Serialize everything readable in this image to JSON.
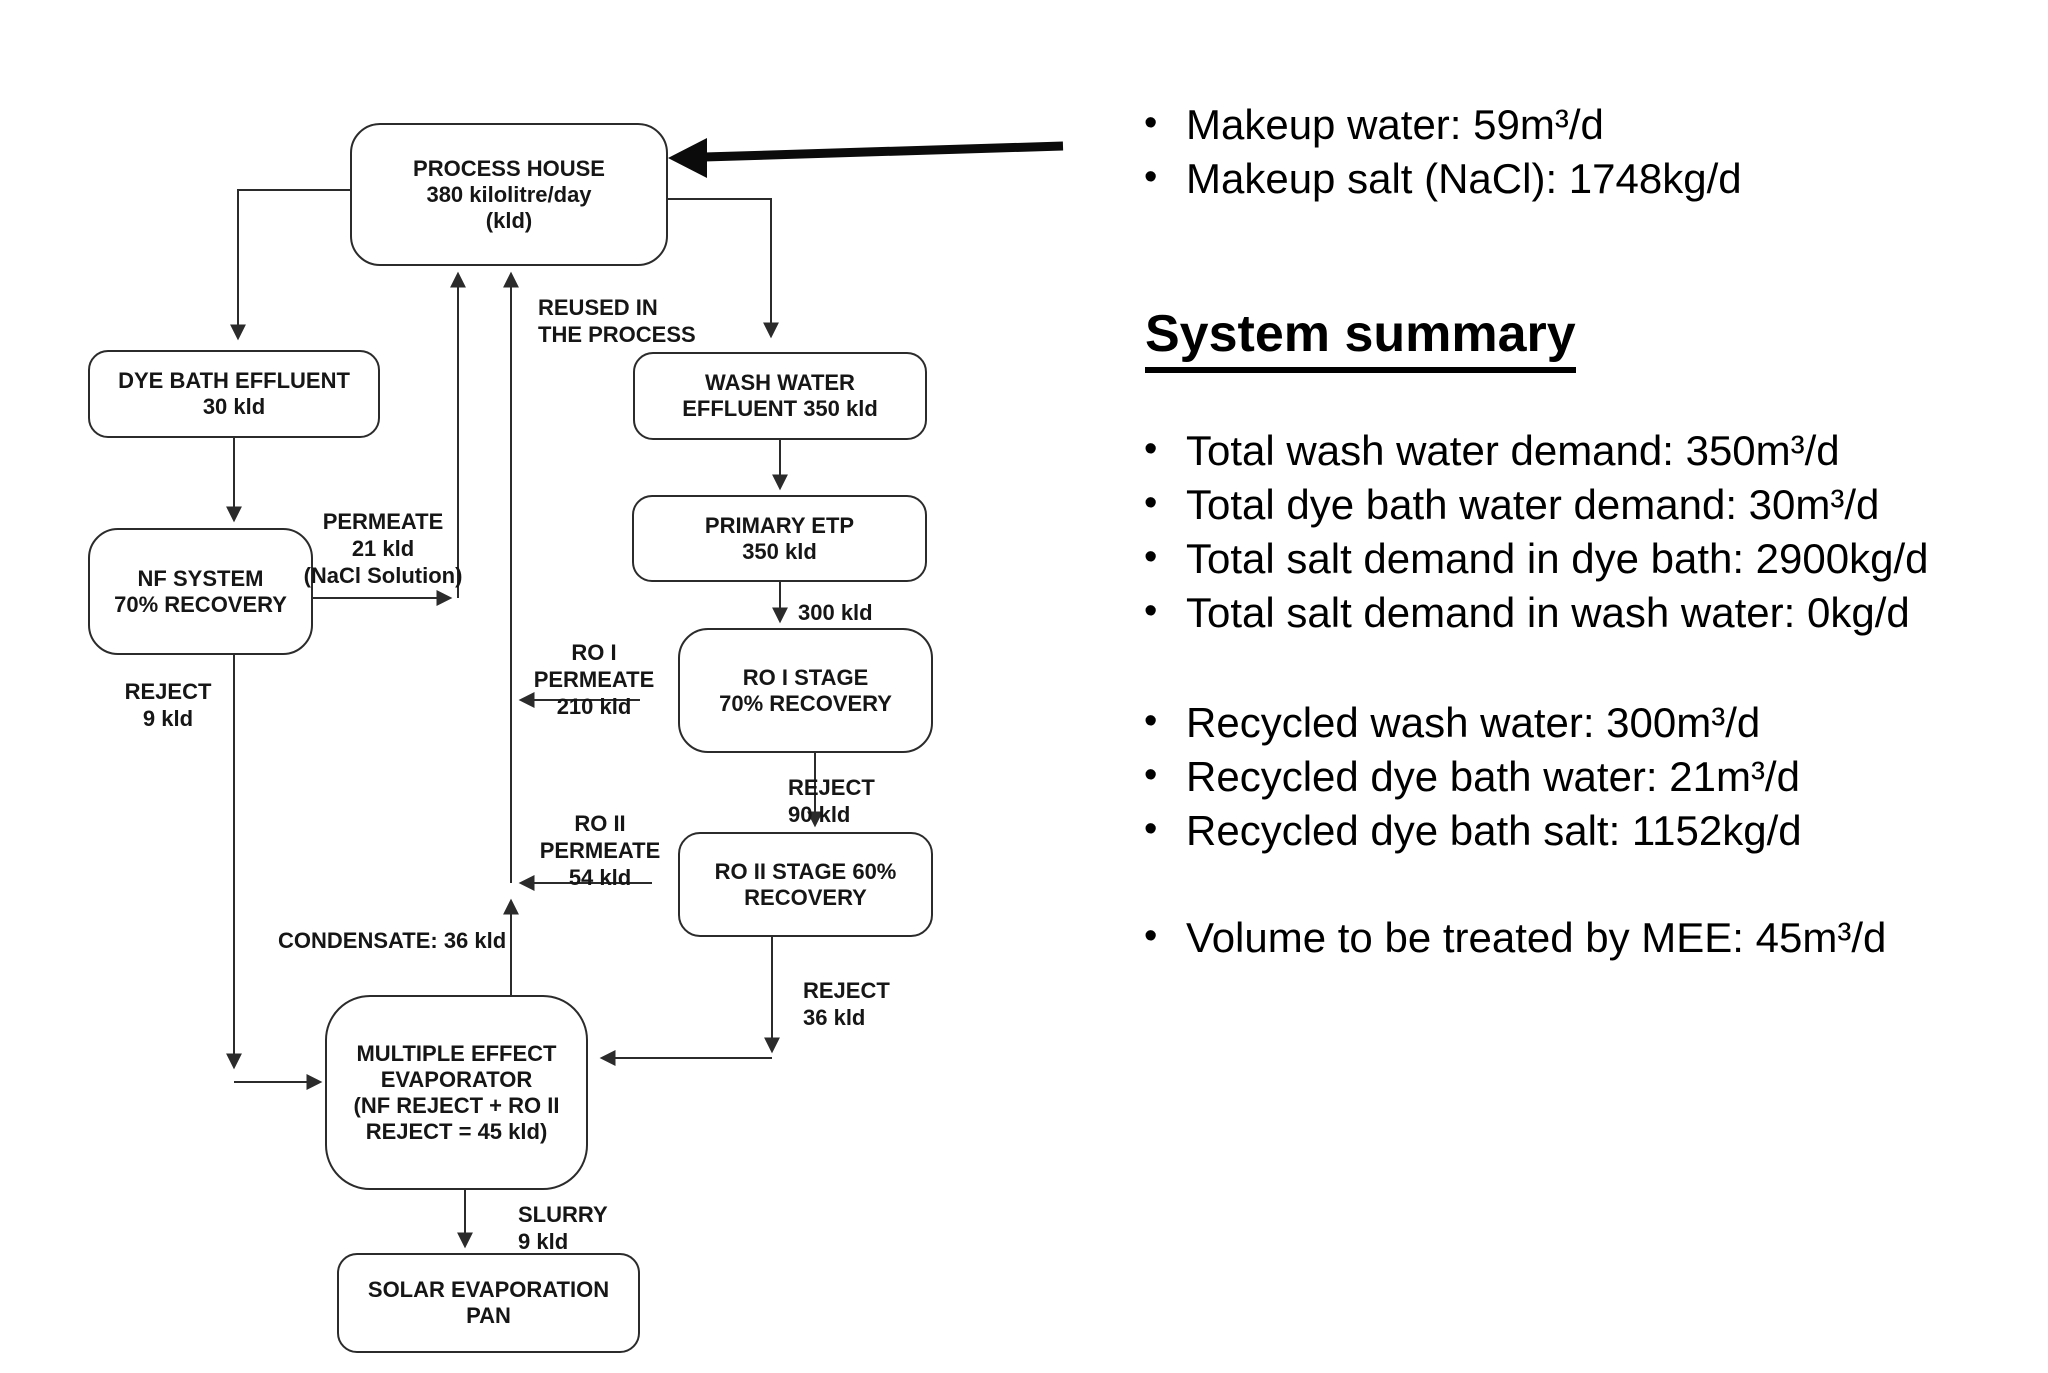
{
  "colors": {
    "ink": "#161616",
    "arrow": "#2b2b2b",
    "background": "#ffffff"
  },
  "diagram": {
    "nodes": {
      "process_house": {
        "label": "PROCESS HOUSE\n380 kilolitre/day\n(kld)"
      },
      "dye_bath_effluent": {
        "label": "DYE BATH EFFLUENT\n30 kld"
      },
      "nf_system": {
        "label": "NF SYSTEM\n70% RECOVERY"
      },
      "wash_water_effluent": {
        "label": "WASH WATER\nEFFLUENT 350 kld"
      },
      "primary_etp": {
        "label": "PRIMARY ETP\n350 kld"
      },
      "ro_i_stage": {
        "label": "RO I STAGE\n70% RECOVERY"
      },
      "ro_ii_stage": {
        "label": "RO II STAGE 60%\nRECOVERY"
      },
      "mee": {
        "label": "MULTIPLE EFFECT\nEVAPORATOR\n(NF REJECT + RO II\nREJECT = 45 kld)"
      },
      "solar_pan": {
        "label": "SOLAR EVAPORATION\nPAN"
      }
    },
    "edge_labels": {
      "reused_in_process": {
        "text": "REUSED IN\nTHE PROCESS"
      },
      "nf_permeate": {
        "text": "PERMEATE\n21 kld\n(NaCl Solution)"
      },
      "nf_reject": {
        "text": "REJECT\n9 kld"
      },
      "etp_output": {
        "text": "300 kld"
      },
      "ro_i_permeate": {
        "text": "RO I PERMEATE\n210 kld"
      },
      "ro_i_reject": {
        "text": "REJECT\n90 kld"
      },
      "ro_ii_permeate": {
        "text": "RO II\nPERMEATE\n54 kld"
      },
      "condensate": {
        "text": "CONDENSATE: 36 kld"
      },
      "ro_ii_reject": {
        "text": "REJECT\n36 kld"
      },
      "slurry": {
        "text": "SLURRY\n9 kld"
      }
    }
  },
  "summary": {
    "makeup_items": [
      "Makeup water: 59m³/d",
      "Makeup salt (NaCl): 1748kg/d"
    ],
    "heading": "System summary",
    "demand_items": [
      "Total wash water demand: 350m³/d",
      "Total dye bath water demand: 30m³/d",
      "Total salt demand in dye bath: 2900kg/d",
      "Total salt demand in wash water: 0kg/d"
    ],
    "recycled_items": [
      "Recycled wash water: 300m³/d",
      "Recycled dye bath water: 21m³/d",
      "Recycled dye bath salt: 1152kg/d"
    ],
    "mee_items": [
      "Volume to be treated by MEE: 45m³/d"
    ]
  }
}
